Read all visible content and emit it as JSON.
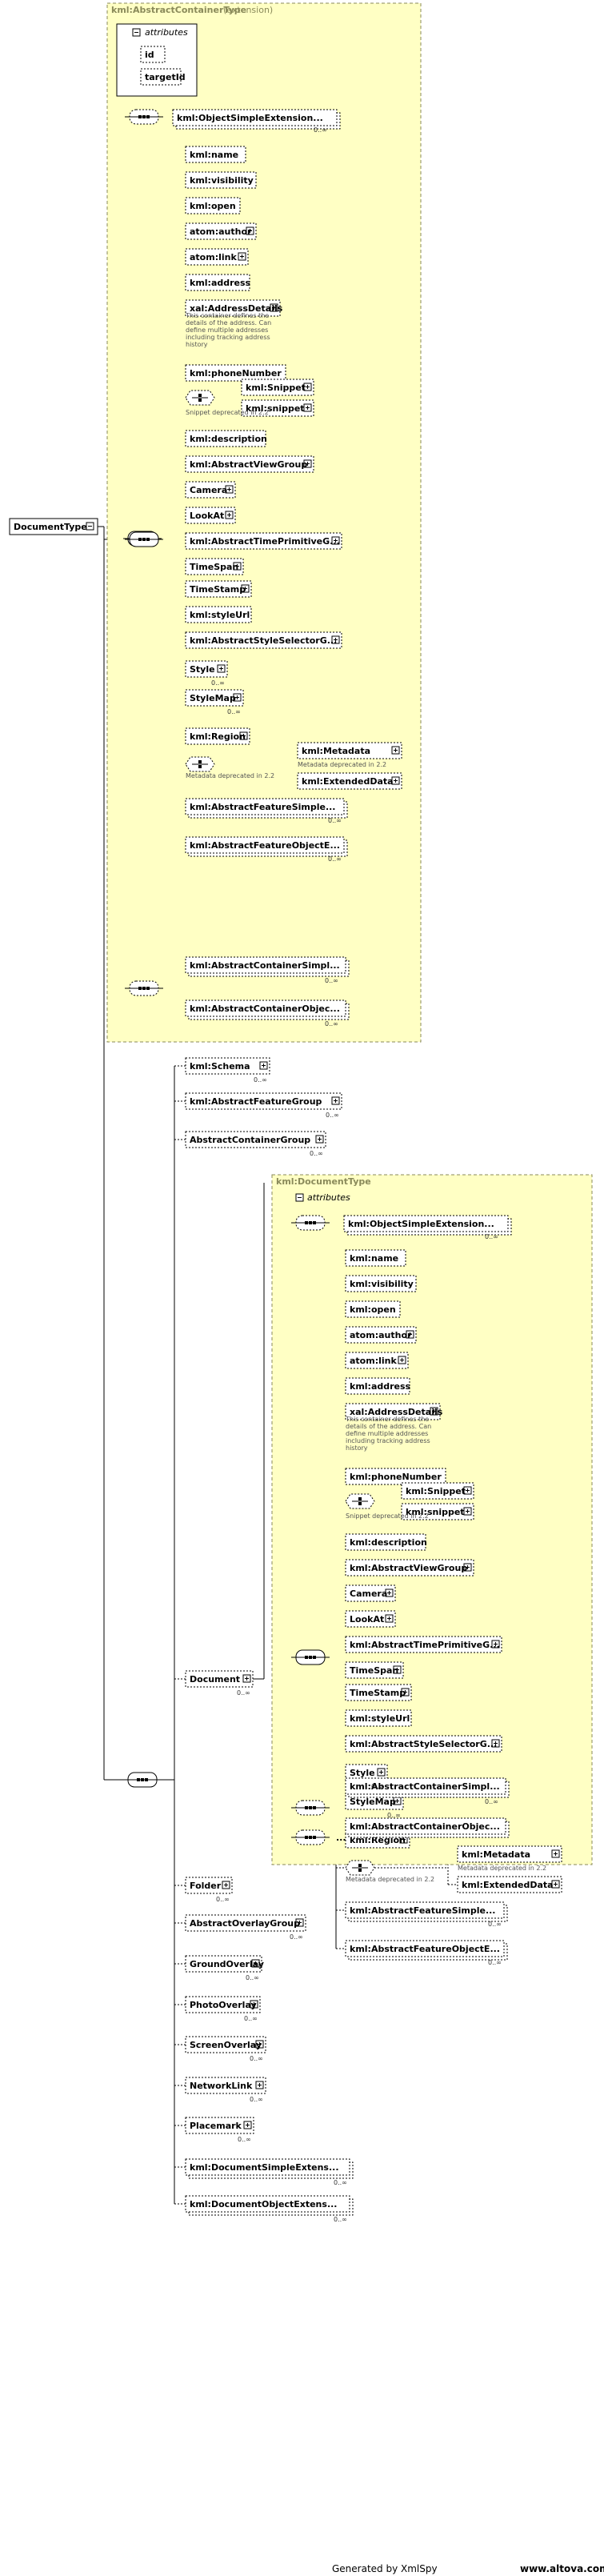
{
  "root": {
    "label": "DocumentType"
  },
  "ext": {
    "title": "kml:AbstractContainerType",
    "suffix": "(extension)",
    "attrs_label": "attributes",
    "attrs": [
      "id",
      "targetId"
    ],
    "simple_ext": "kml:ObjectSimpleExtension...",
    "occ_0n": "0..∞",
    "elements": [
      {
        "label": "kml:name"
      },
      {
        "label": "kml:visibility"
      },
      {
        "label": "kml:open"
      },
      {
        "label": "atom:author"
      },
      {
        "label": "atom:link"
      },
      {
        "label": "kml:address"
      },
      {
        "label": "xal:AddressDetails",
        "note": "This container defines the details of the address. Can define multiple addresses including tracking address history"
      },
      {
        "label": "kml:phoneNumber"
      },
      {
        "label": "kml:description"
      },
      {
        "label": "kml:AbstractViewGroup"
      },
      {
        "label": "Camera"
      },
      {
        "label": "LookAt"
      },
      {
        "label": "kml:AbstractTimePrimitiveG..."
      },
      {
        "label": "TimeSpan"
      },
      {
        "label": "TimeStamp"
      },
      {
        "label": "kml:styleUrl"
      },
      {
        "label": "kml:AbstractStyleSelectorG..."
      },
      {
        "label": "Style"
      },
      {
        "label": "StyleMap"
      },
      {
        "label": "kml:Region"
      },
      {
        "label": "kml:AbstractFeatureSimple..."
      },
      {
        "label": "kml:AbstractFeatureObjectE..."
      },
      {
        "label": "kml:AbstractContainerSimpl..."
      },
      {
        "label": "kml:AbstractContainerObjec..."
      }
    ],
    "snippet": {
      "a": "kml:Snippet",
      "b": "kml:snippet",
      "note": "Snippet deprecated in 2.2"
    },
    "metadata": {
      "a": "kml:Metadata",
      "a_note": "Metadata deprecated in 2.2",
      "b": "kml:ExtendedData",
      "note": "Metadata deprecated in 2.2"
    }
  },
  "outer": [
    {
      "label": "kml:Schema"
    },
    {
      "label": "kml:AbstractFeatureGroup"
    },
    {
      "label": "AbstractContainerGroup"
    },
    {
      "label": "Document"
    },
    {
      "label": "Folder"
    },
    {
      "label": "AbstractOverlayGroup"
    },
    {
      "label": "GroundOverlay"
    },
    {
      "label": "PhotoOverlay"
    },
    {
      "label": "ScreenOverlay"
    },
    {
      "label": "NetworkLink"
    },
    {
      "label": "Placemark"
    },
    {
      "label": "kml:DocumentSimpleExtens..."
    },
    {
      "label": "kml:DocumentObjectExtens..."
    }
  ],
  "doc": {
    "title": "kml:DocumentType",
    "ellipsis": "..."
  },
  "footer": {
    "left": "Generated by XmlSpy",
    "right": "www.altova.com"
  }
}
